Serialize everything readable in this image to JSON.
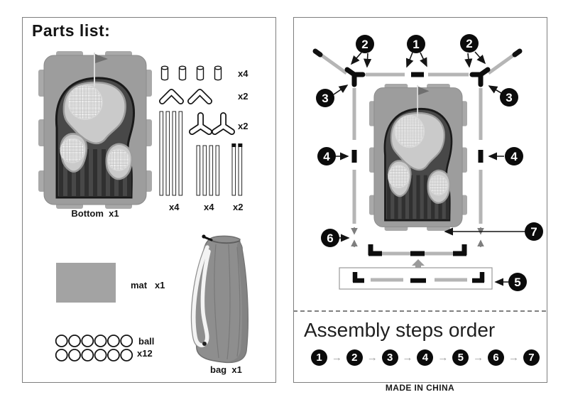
{
  "left_panel": {
    "title": "Parts list:",
    "items": {
      "bottom_label": "Bottom  x1",
      "cap_qty": "x4",
      "elbow_qty": "x2",
      "tee_qty": "x2",
      "long_pole_qty": "x4",
      "mid_pole_qty": "x4",
      "tipped_pole_qty": "x2",
      "mat_label": "mat   x1",
      "ball_label": "ball",
      "ball_qty": "x12",
      "bag_label": "bag  x1"
    }
  },
  "right_panel": {
    "callouts": {
      "c1": "1",
      "c2": "2",
      "c3": "3",
      "c4": "4",
      "c5": "5",
      "c6": "6",
      "c7": "7"
    },
    "assembly": {
      "title": "Assembly steps order",
      "steps": [
        "1",
        "2",
        "3",
        "4",
        "5",
        "6",
        "7"
      ]
    }
  },
  "footer": {
    "made_in_label": "MADE IN CHINA"
  },
  "icons": {
    "step_arrow": "→"
  },
  "colors": {
    "ink": "#141414",
    "rail_gray": "#b5b5b5",
    "mat_body": "#9d9d9d",
    "mat_tab": "#a9a9a9",
    "turf_dark": "#484848",
    "green_light": "#cacaca",
    "bag_gray": "#8e8e8e",
    "step_arrow_gray": "#9c9c9c"
  }
}
